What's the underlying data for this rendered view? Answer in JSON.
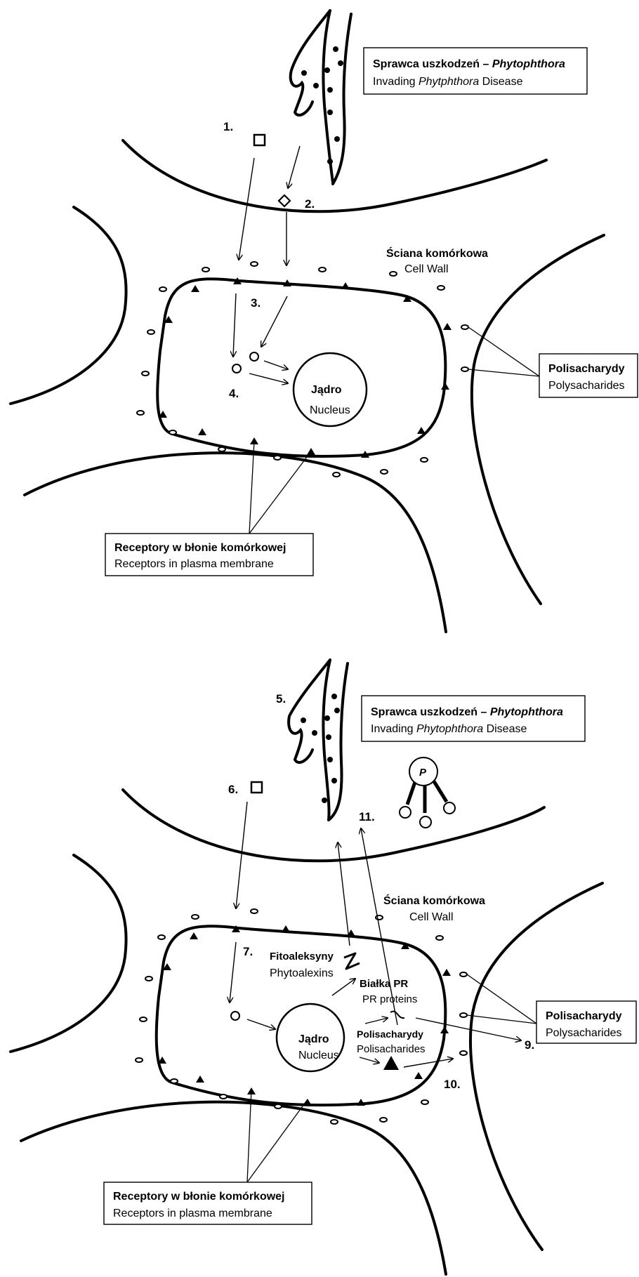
{
  "top": {
    "pathogen_title_prefix": "Sprawca uszkodzeń – ",
    "pathogen_title_italic": "Phytophthora",
    "pathogen_sub_prefix": "Invading ",
    "pathogen_sub_italic": "Phytphthora",
    "pathogen_sub_suffix": " Disease",
    "wall_pl": "Ściana komórkowa",
    "wall_en": "Cell Wall",
    "poly_pl": "Polisacharydy",
    "poly_en": "Polysacharides",
    "nucleus_pl": "Jądro",
    "nucleus_en": "Nucleus",
    "receptors_pl": "Receptory w błonie komórkowej",
    "receptors_en": "Receptors in plasma membrane",
    "step1": "1.",
    "step2": "2.",
    "step3": "3.",
    "step4": "4."
  },
  "bottom": {
    "pathogen_title_prefix": "Sprawca uszkodzeń – ",
    "pathogen_title_italic": "Phytophthora",
    "pathogen_sub_prefix": "Invading ",
    "pathogen_sub_italic": "Phytophthora",
    "pathogen_sub_suffix": " Disease",
    "wall_pl": "Ściana komórkowa",
    "wall_en": "Cell Wall",
    "poly_pl": "Polisacharydy",
    "poly_en": "Polysacharides",
    "nucleus_pl": "Jądro",
    "nucleus_en": "Nucleus",
    "receptors_pl": "Receptory w błonie komórkowej",
    "receptors_en": "Receptors in plasma membrane",
    "phyto_pl": "Fitoaleksyny",
    "phyto_en": "Phytoalexins",
    "pr_pl": "Białka PR",
    "pr_en": "PR proteins",
    "inner_poly_pl": "Polisacharydy",
    "inner_poly_en": "Polisacharides",
    "p_label": "P",
    "step5": "5.",
    "step6": "6.",
    "step7": "7.",
    "step9": "9.",
    "step10": "10.",
    "step11": "11."
  }
}
